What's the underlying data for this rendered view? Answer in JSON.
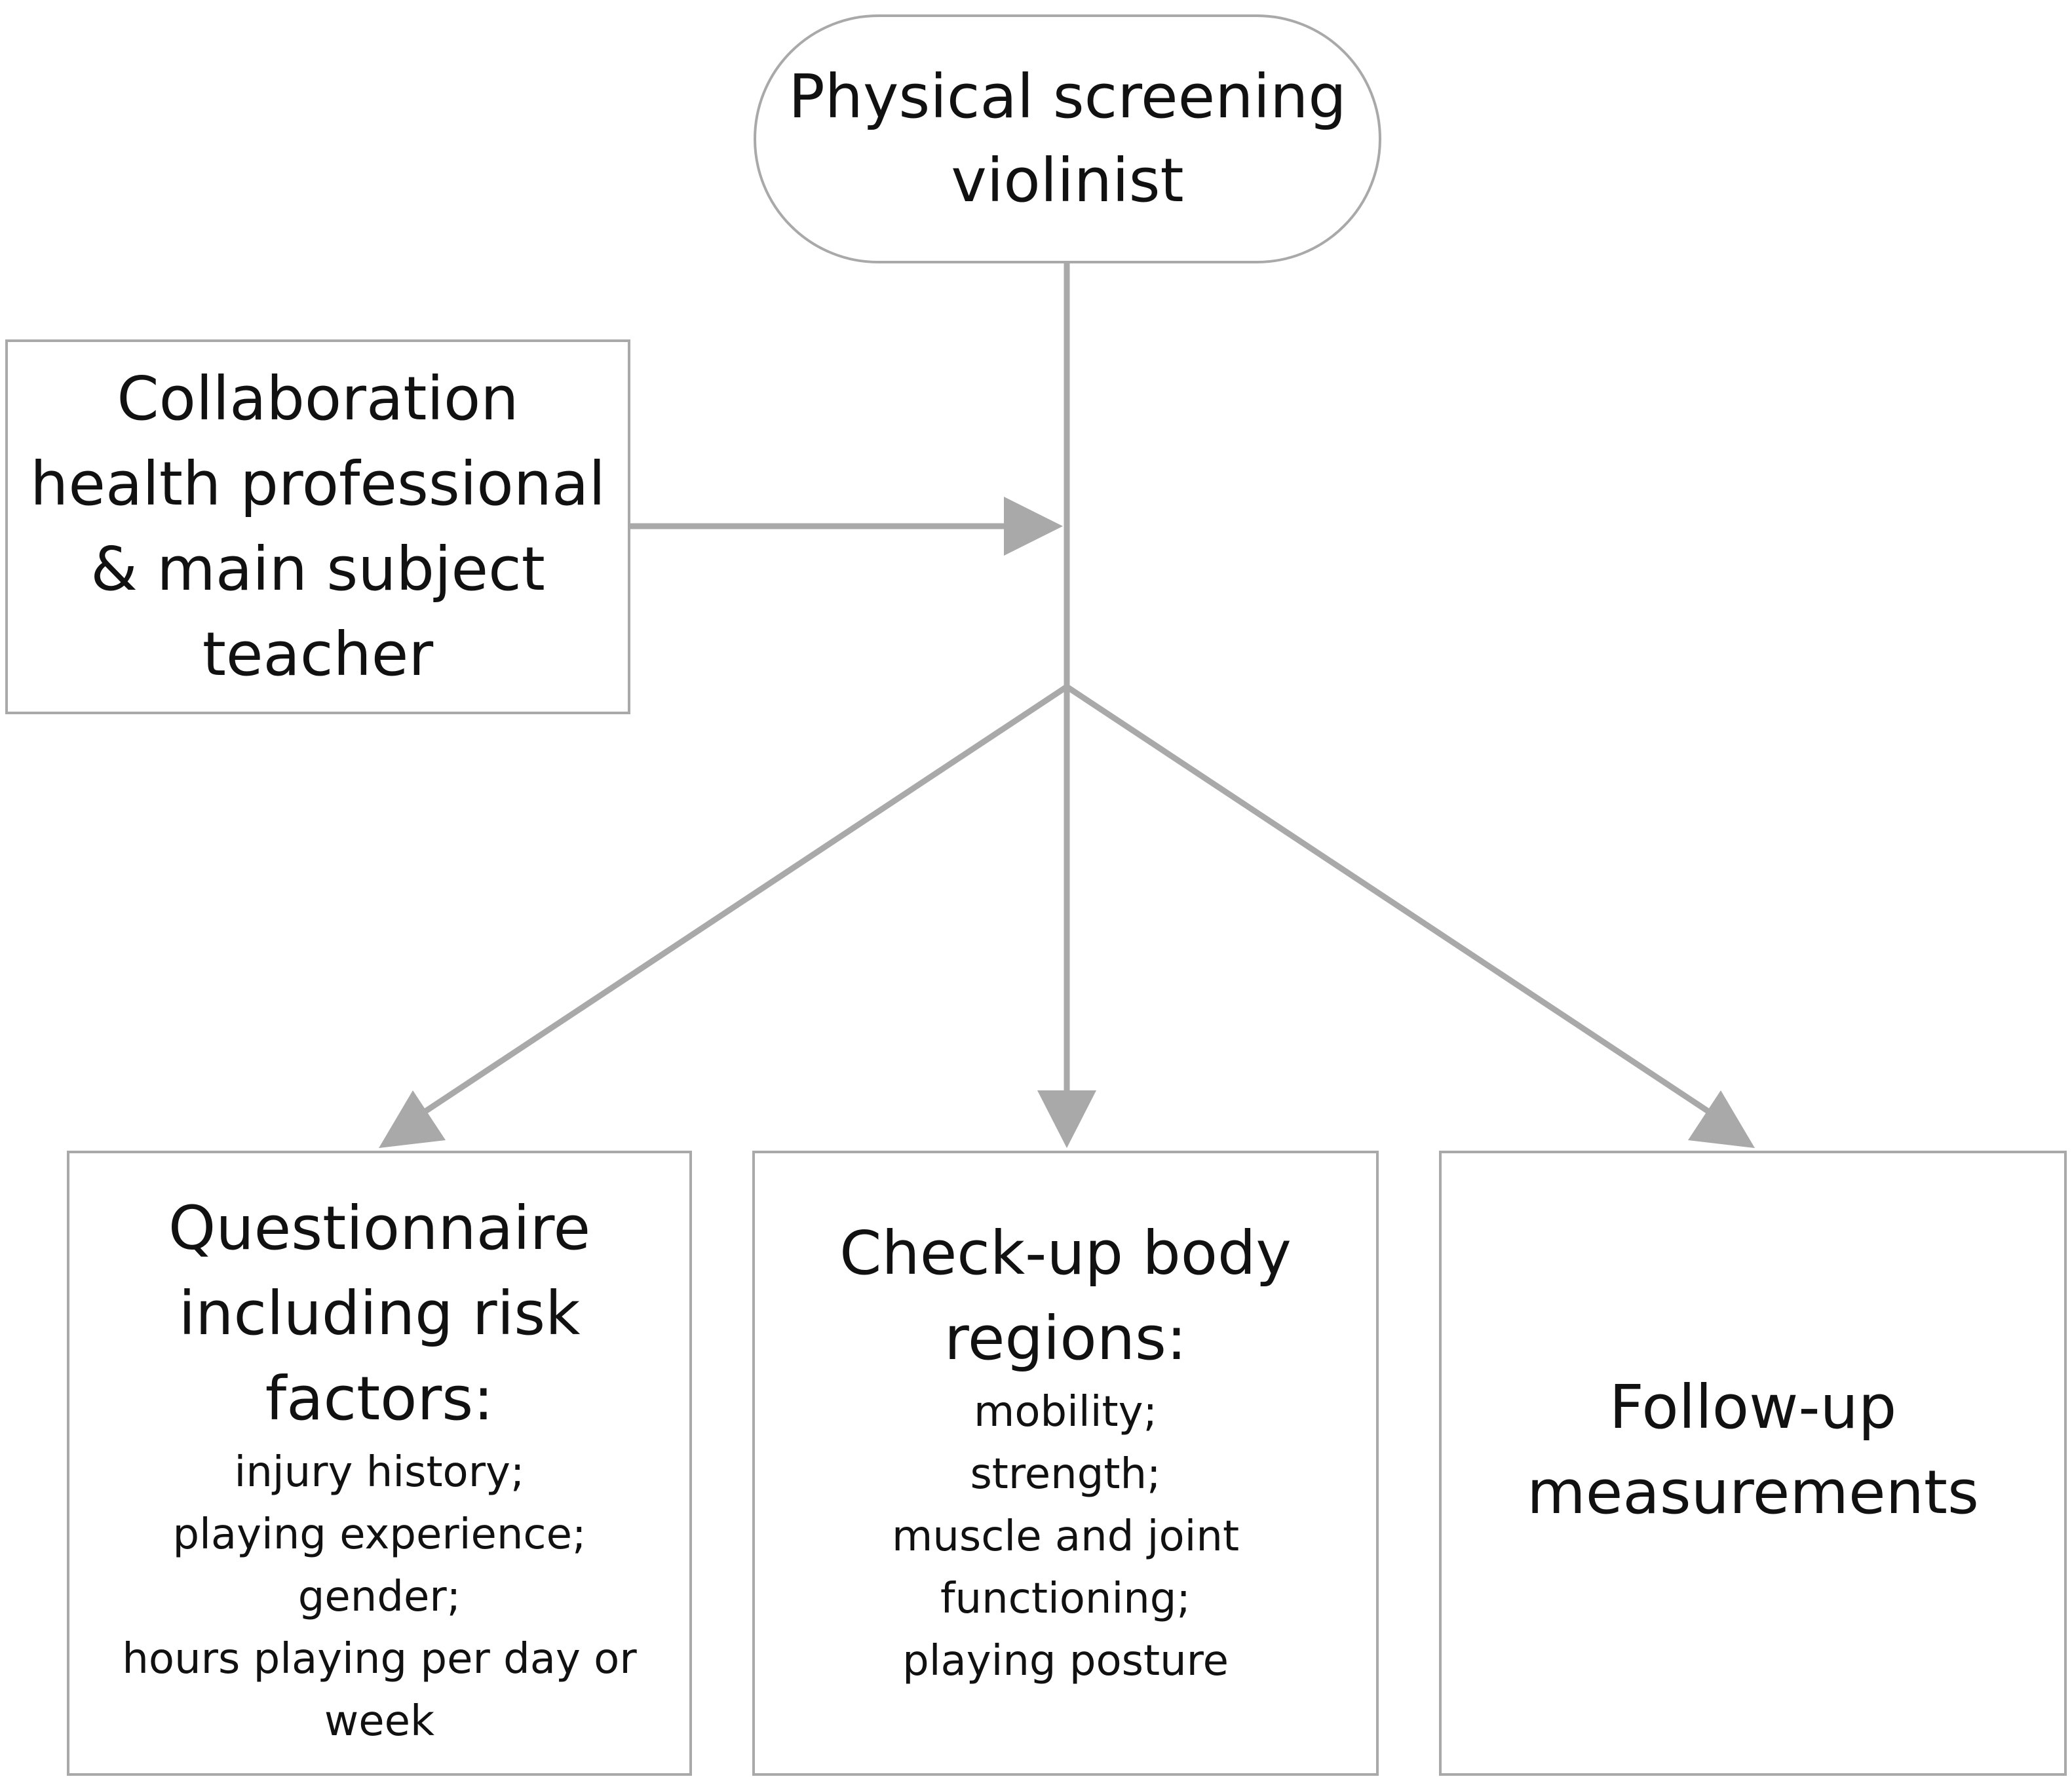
{
  "diagram": {
    "line_color": "#a9a9a9",
    "border_color": "#a9a9a9",
    "text_color": "#111111",
    "background": "#ffffff",
    "start": {
      "label": "Physical screening violinist"
    },
    "side_input": {
      "label": "Collaboration health professional & main subject teacher"
    },
    "outcomes": [
      {
        "title": "Questionnaire including risk factors:",
        "items": [
          "injury history;",
          "playing experience;",
          "gender;",
          "hours playing per day or week"
        ]
      },
      {
        "title": "Check-up body regions:",
        "items": [
          "mobility;",
          "strength;",
          "muscle and joint functioning;",
          "playing posture"
        ]
      },
      {
        "title": "Follow-up measurements",
        "items": []
      }
    ],
    "edges": [
      {
        "from": "side_input",
        "to": "start_trunk"
      },
      {
        "from": "start",
        "to": "outcomes.0"
      },
      {
        "from": "start",
        "to": "outcomes.1"
      },
      {
        "from": "start",
        "to": "outcomes.2"
      }
    ]
  }
}
